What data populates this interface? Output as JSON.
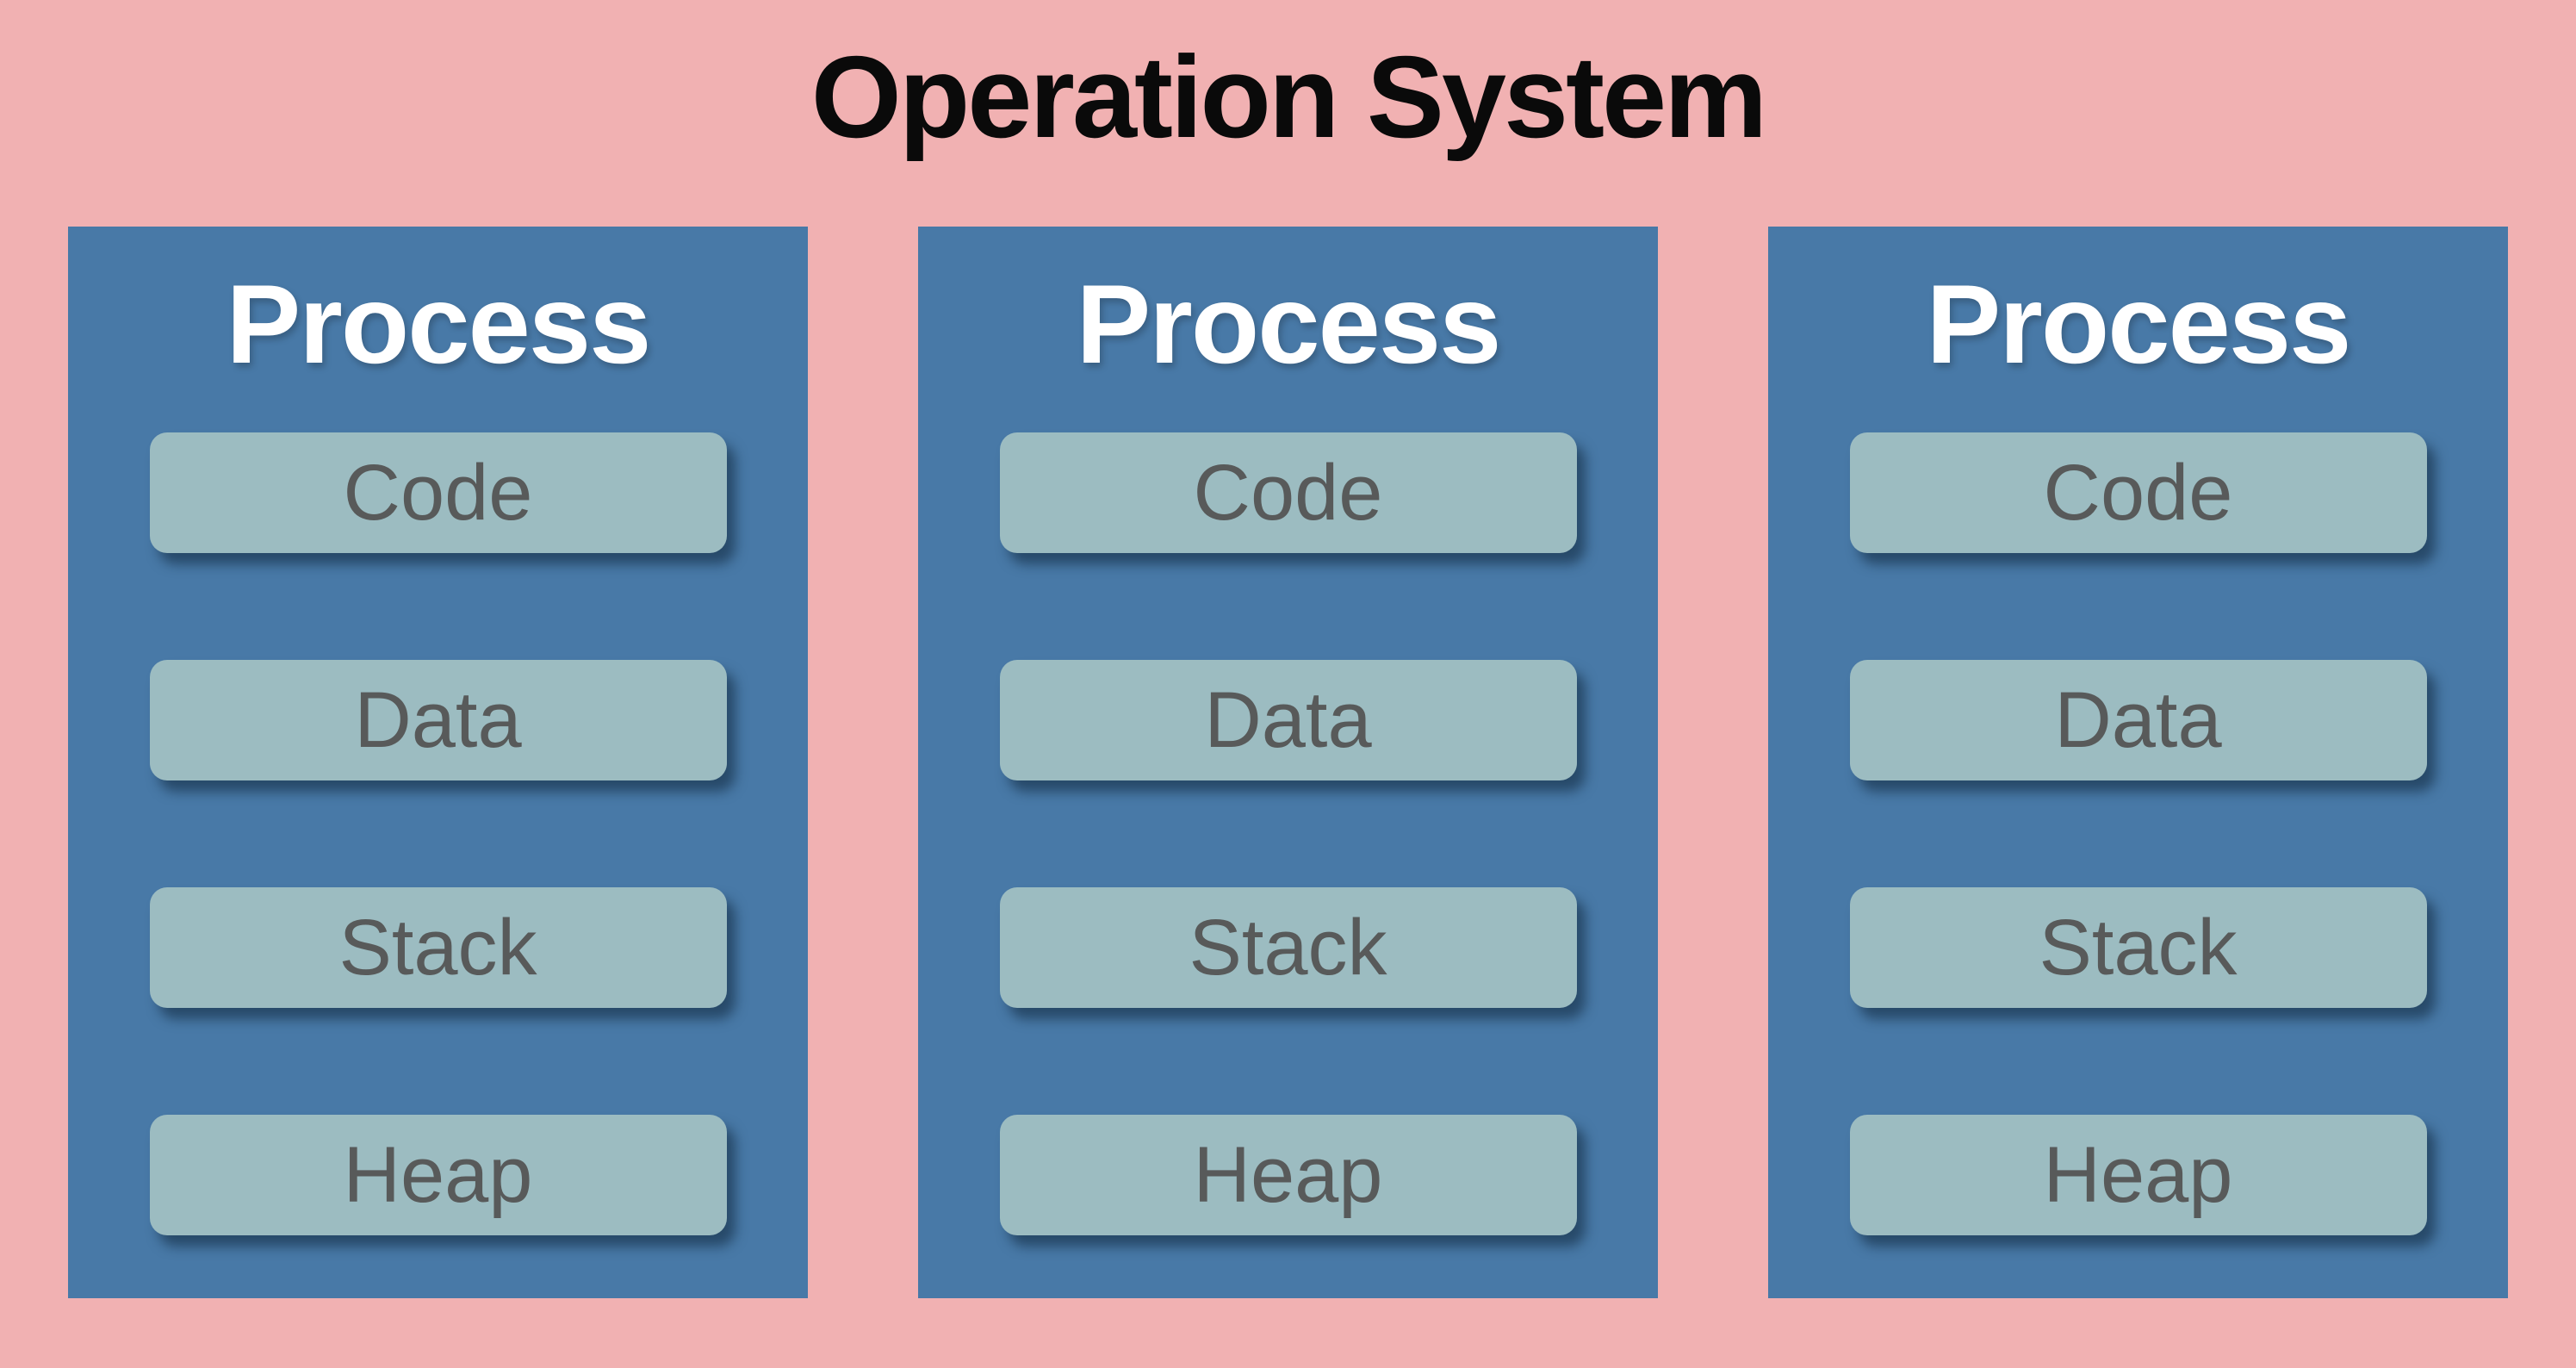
{
  "title": "Operation System",
  "processes": [
    {
      "title": "Process",
      "blocks": [
        "Code",
        "Data",
        "Stack",
        "Heap"
      ]
    },
    {
      "title": "Process",
      "blocks": [
        "Code",
        "Data",
        "Stack",
        "Heap"
      ]
    },
    {
      "title": "Process",
      "blocks": [
        "Code",
        "Data",
        "Stack",
        "Heap"
      ]
    }
  ],
  "colors": {
    "background": "#F1B1B2",
    "process_box": "#4879A7",
    "block": "#9CBCC1",
    "block_text": "#585A5A",
    "process_title_text": "#FFFFFF",
    "title_text": "#0A0A0A"
  }
}
